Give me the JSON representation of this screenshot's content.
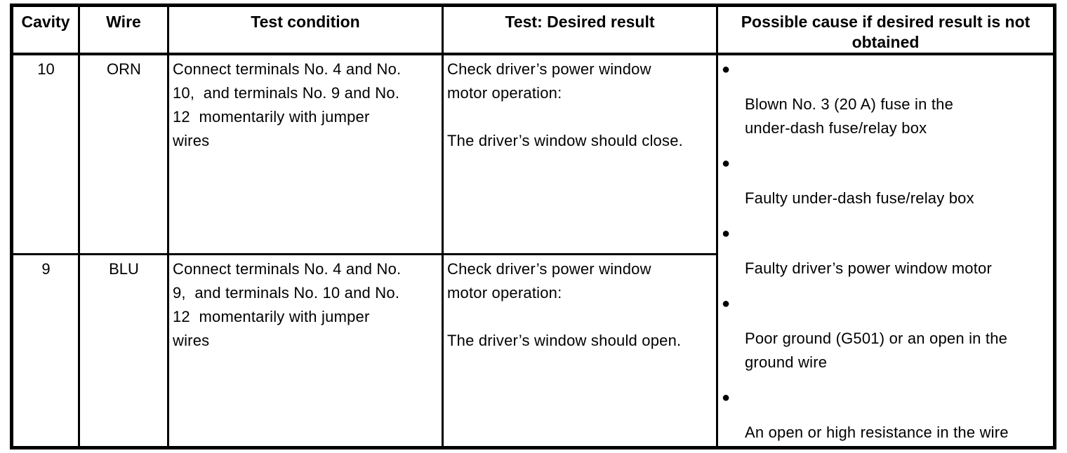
{
  "table": {
    "headers": [
      "Cavity",
      "Wire",
      "Test condition",
      "Test: Desired result",
      "Possible cause if desired result is not\nobtained"
    ],
    "rows": [
      {
        "cavity": "10",
        "wire": "ORN",
        "test_condition": "Connect terminals No. 4 and No.\n10,  and terminals No. 9 and No.\n12  momentarily with jumper\nwires",
        "desired_result": "Check driver’s power window\nmotor operation:\n\nThe driver’s window should close."
      },
      {
        "cavity": "9",
        "wire": "BLU",
        "test_condition": "Connect terminals No. 4 and No.\n9,  and terminals No. 10 and No.\n12  momentarily with jumper\nwires",
        "desired_result": "Check driver’s power window\nmotor operation:\n\nThe driver’s window should open."
      }
    ],
    "possible_causes": [
      "Blown No. 3 (20 A) fuse in the\nunder-dash fuse/relay box",
      "Faulty under-dash fuse/relay box",
      "Faulty driver’s power window motor",
      "Poor ground (G501) or an open in the\nground wire",
      "An open or high resistance in the wire"
    ],
    "bullet_glyph": "●"
  },
  "colors": {
    "text": "#000000",
    "border": "#000000",
    "background": "#ffffff"
  }
}
